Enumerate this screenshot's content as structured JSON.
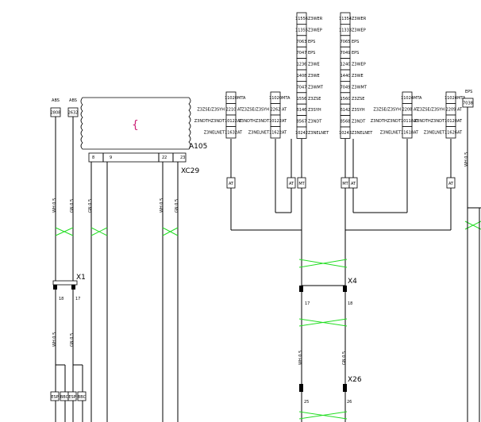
{
  "left": {
    "wire_codes": [
      "ABS",
      "ABS"
    ],
    "pins_top": [
      "2808",
      "2632"
    ],
    "module": "A105",
    "module_symbol": "{",
    "module_pins": [
      "8",
      "9",
      "22",
      "23"
    ],
    "connector": "XC29",
    "wire_labels_a": [
      "WH 0.5",
      "GN 0.5",
      "GN 0.5",
      "WH 0.5",
      "GN 0.5"
    ],
    "splice": "X1",
    "splice_pins": [
      "18",
      "17"
    ],
    "wire_labels_b": [
      "WH 0.5",
      "GN 0.5"
    ],
    "bottom_labels": [
      "ESP",
      "BBC",
      "ESP",
      "BBC"
    ]
  },
  "center": {
    "col1_codes": [
      "11556",
      "11355",
      "7063",
      "7047",
      "1236",
      "1408",
      "7047",
      "1556",
      "6146",
      "8567",
      "10242"
    ],
    "col1_labels": [
      "Z3WER",
      "Z3WEP",
      "EPS",
      "EPS",
      "Z3WE",
      "Z3WE",
      "Z3WMT",
      "Z3ZSE",
      "Z3SYH",
      "Z3NDT",
      "Z3NELNET"
    ],
    "col2_codes": [
      "11354",
      "11333",
      "7065",
      "7049",
      "1240",
      "1440",
      "7049",
      "1560",
      "6142",
      "8568",
      "10243"
    ],
    "col2_labels": [
      "Z3WER",
      "Z3WEP",
      "EPS",
      "EPS",
      "Z3WEP",
      "Z3WE",
      "Z3WMT",
      "Z3ZSE",
      "Z3SYH",
      "Z3NDT",
      "Z3NELNET"
    ],
    "mid_left_codes": [
      "11020",
      "2262",
      "10122",
      "11622"
    ],
    "mid_left_labels": [
      "MTA",
      "AT",
      "AT",
      "AT"
    ],
    "mid_left_desc": [
      "Z3ZSE/Z3SYH",
      "Z3NDTHZ3NDT",
      "Z3NELNET"
    ],
    "far_left_codes": [
      "11020",
      "2210",
      "10122",
      "11632"
    ],
    "far_left_labels": [
      "MTA",
      "AT",
      "AT",
      "AT"
    ],
    "far_left_desc": [
      "Z3ZSE/Z3SYH",
      "Z3NDTHZ3NDT",
      "Z3NELNET"
    ],
    "mid_right_codes": [
      "11024",
      "2208",
      "10118",
      "11618"
    ],
    "mid_right_labels": [
      "MTA",
      "AT",
      "AT",
      "AT"
    ],
    "mid_right_desc": [
      "Z3ZSE/Z3SYH",
      "Z3NDTHZ3NDT",
      "Z3NELNET"
    ],
    "far_right_codes": [
      "11024",
      "2209",
      "10120",
      "11626"
    ],
    "far_right_labels": [
      "MTA",
      "AT",
      "AT",
      "AT"
    ],
    "far_right_desc": [
      "Z3ZSE/Z3SYH",
      "Z3NDTHZ3NDT",
      "Z3NELNET"
    ],
    "node_labels": [
      "AT",
      "AT",
      "MT",
      "MT",
      "AT",
      "AT"
    ],
    "splice_top": "X4",
    "splice_top_pins": [
      "17",
      "18"
    ],
    "wire_labels": [
      "WH 0.5",
      "GN 0.5"
    ],
    "splice_bottom": "X26",
    "splice_bottom_pins": [
      "25",
      "26"
    ],
    "eps_code": "EPS",
    "eps_pin": "7038",
    "eps_wire": "WH 0.5"
  },
  "colors": {
    "wire": "#000000",
    "twist": "#22dd22",
    "module": "#cc2277"
  }
}
